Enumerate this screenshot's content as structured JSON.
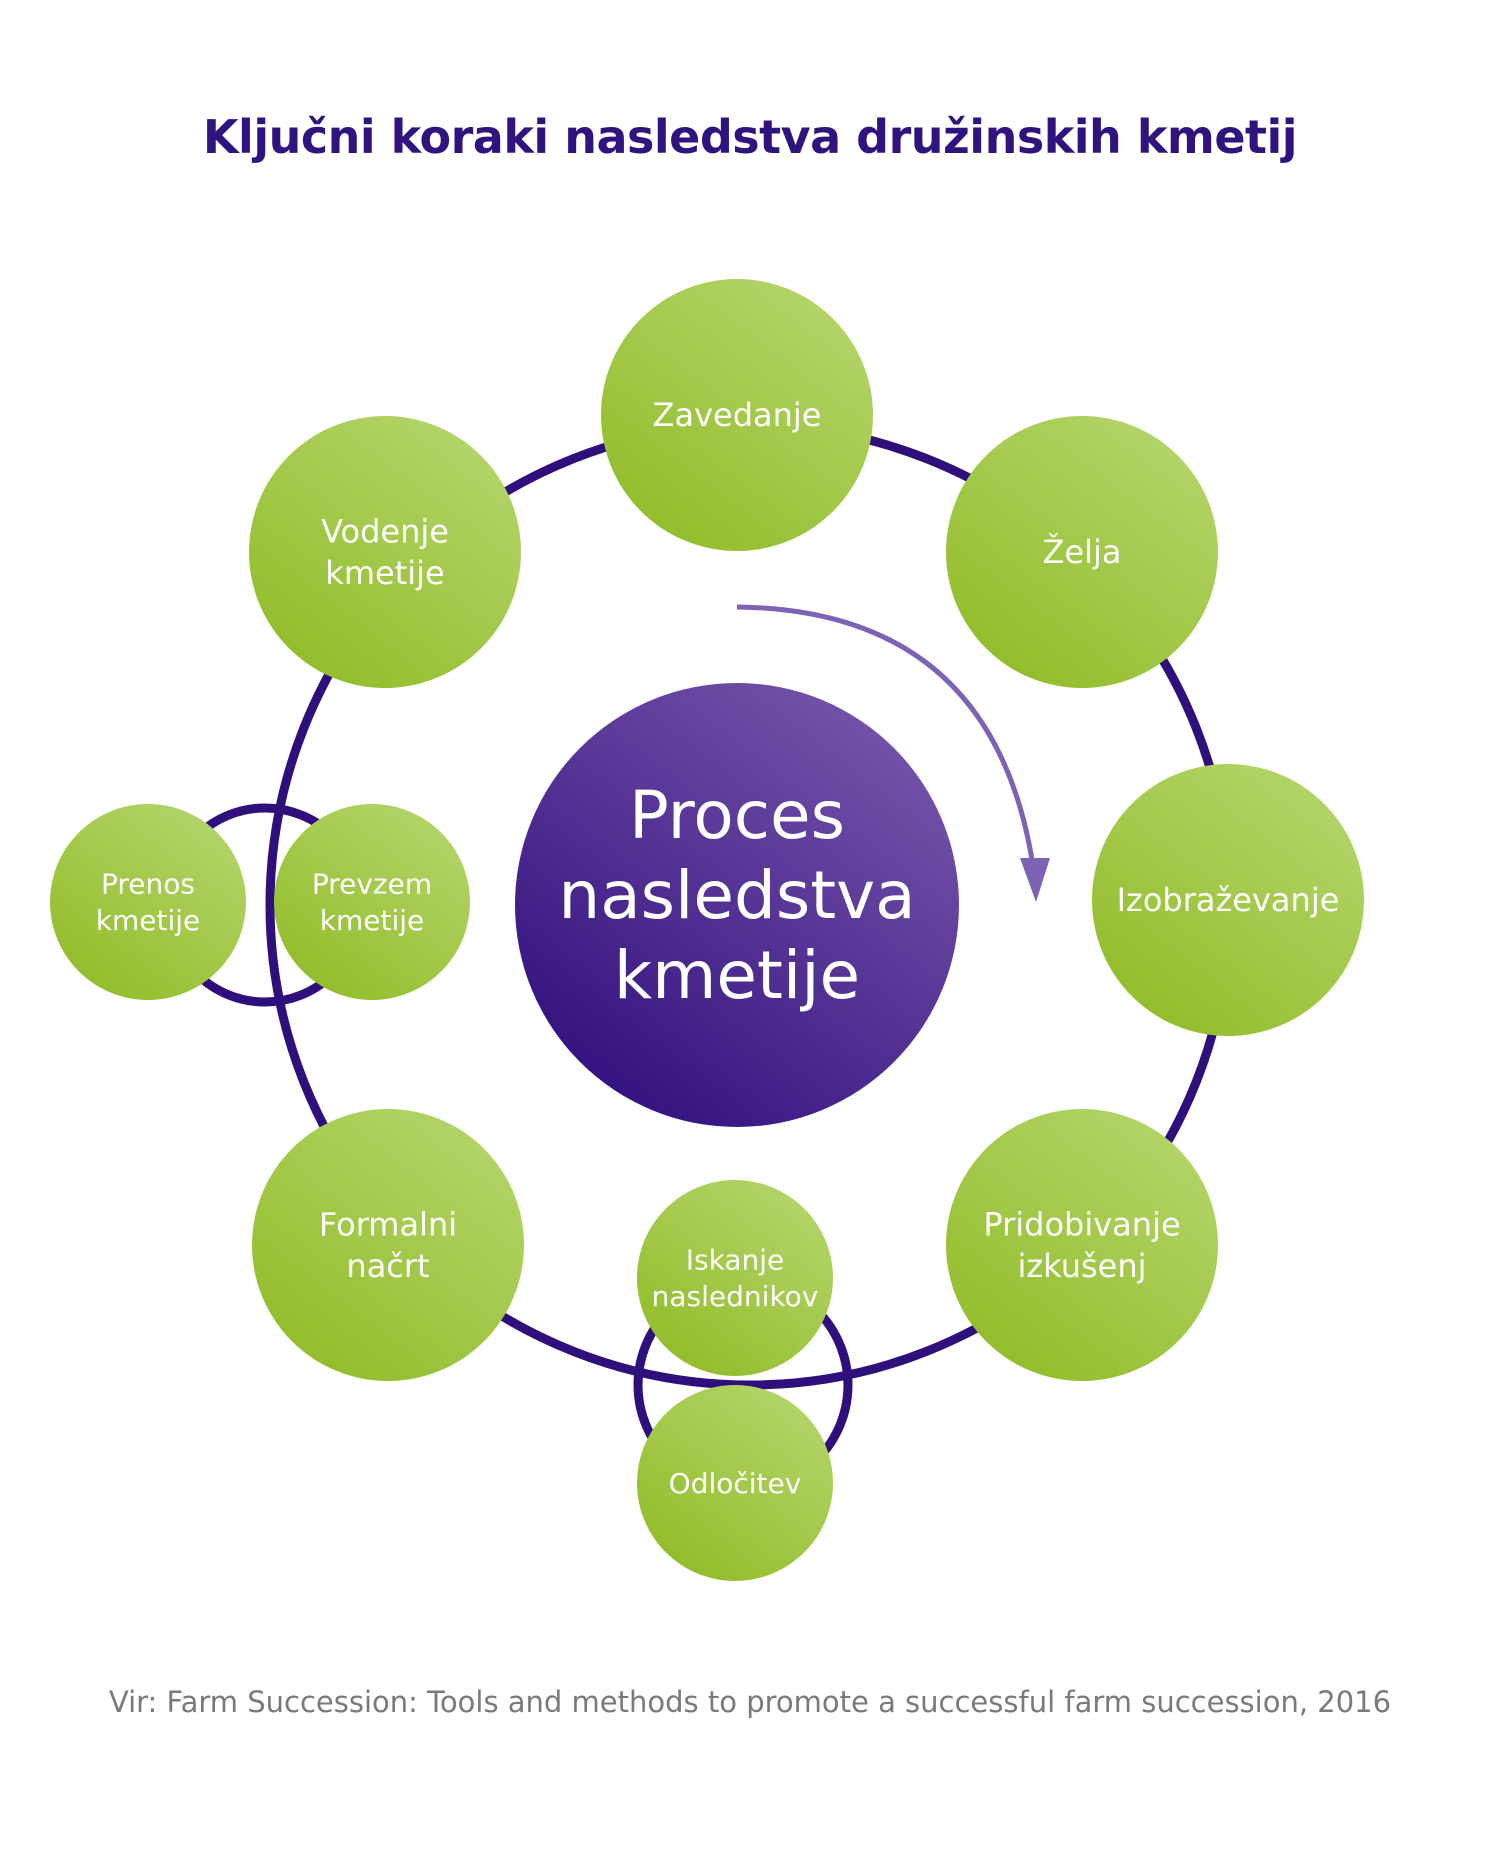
{
  "title": "Ključni koraki nasledstva družinskih kmetij",
  "center": {
    "lines": [
      "Proces",
      "nasledstva",
      "kmetije"
    ]
  },
  "nodes": [
    {
      "id": "zavedanje",
      "lines": [
        "Zavedanje"
      ]
    },
    {
      "id": "zelja",
      "lines": [
        "Želja"
      ]
    },
    {
      "id": "izobrazevanje",
      "lines": [
        "Izobraževanje"
      ]
    },
    {
      "id": "pridobivanje-izkusenj",
      "lines": [
        "Pridobivanje",
        "izkušenj"
      ]
    },
    {
      "id": "iskanje-naslednikov",
      "lines": [
        "Iskanje",
        "naslednikov"
      ]
    },
    {
      "id": "odlocitev",
      "lines": [
        "Odločitev"
      ]
    },
    {
      "id": "formalni-nacrt",
      "lines": [
        "Formalni",
        "načrt"
      ]
    },
    {
      "id": "prevzem-kmetije",
      "lines": [
        "Prevzem",
        "kmetije"
      ]
    },
    {
      "id": "prenos-kmetije",
      "lines": [
        "Prenos",
        "kmetije"
      ]
    },
    {
      "id": "vodenje-kmetije",
      "lines": [
        "Vodenje",
        "kmetije"
      ]
    }
  ],
  "source": "Vir: Farm Succession: Tools and methods to promote a successful farm succession, 2016",
  "colors": {
    "title": "#2f137f",
    "ring": "#2e0f7c",
    "node_light": "#b3d469",
    "node_dark": "#93bd2a",
    "center_light": "#7453a9",
    "center_dark": "#33117f",
    "arrow": "#7c63b5",
    "source": "#7a7a7a"
  }
}
